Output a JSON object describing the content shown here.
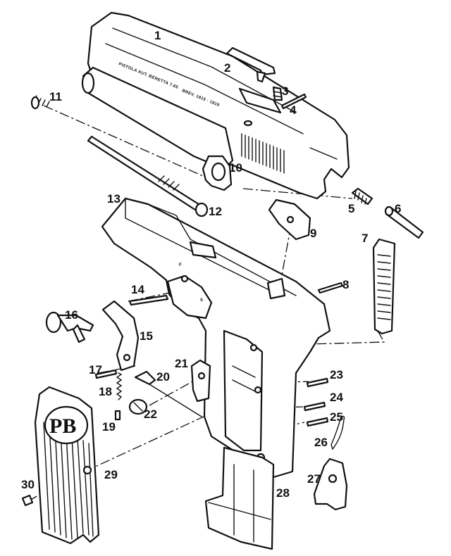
{
  "callouts": [
    {
      "id": "1",
      "label": "1"
    },
    {
      "id": "2",
      "label": "2"
    },
    {
      "id": "3",
      "label": "3"
    },
    {
      "id": "4",
      "label": "4"
    },
    {
      "id": "5",
      "label": "5"
    },
    {
      "id": "6",
      "label": "6"
    },
    {
      "id": "7",
      "label": "7"
    },
    {
      "id": "8",
      "label": "8"
    },
    {
      "id": "9",
      "label": "9"
    },
    {
      "id": "10",
      "label": "10"
    },
    {
      "id": "11",
      "label": "11"
    },
    {
      "id": "12",
      "label": "12"
    },
    {
      "id": "13",
      "label": "13"
    },
    {
      "id": "14",
      "label": "14"
    },
    {
      "id": "15",
      "label": "15"
    },
    {
      "id": "16",
      "label": "16"
    },
    {
      "id": "17",
      "label": "17"
    },
    {
      "id": "18",
      "label": "18"
    },
    {
      "id": "19",
      "label": "19"
    },
    {
      "id": "20",
      "label": "20"
    },
    {
      "id": "21",
      "label": "21"
    },
    {
      "id": "22",
      "label": "22"
    },
    {
      "id": "23",
      "label": "23"
    },
    {
      "id": "24",
      "label": "24"
    },
    {
      "id": "25",
      "label": "25"
    },
    {
      "id": "26",
      "label": "26"
    },
    {
      "id": "27",
      "label": "27"
    },
    {
      "id": "28",
      "label": "28"
    },
    {
      "id": "29",
      "label": "29"
    },
    {
      "id": "30",
      "label": "30"
    }
  ],
  "slide_inscription": {
    "line1": "PISTOLA AUT. BERETTA 7.65",
    "line2": "BREV. 1915 · 1919"
  },
  "frame_markings": {
    "fire": "F",
    "safe": "S"
  },
  "grip_logo": {
    "letters": "PB"
  },
  "colors": {
    "ink": "#111111",
    "paper": "#ffffff"
  }
}
